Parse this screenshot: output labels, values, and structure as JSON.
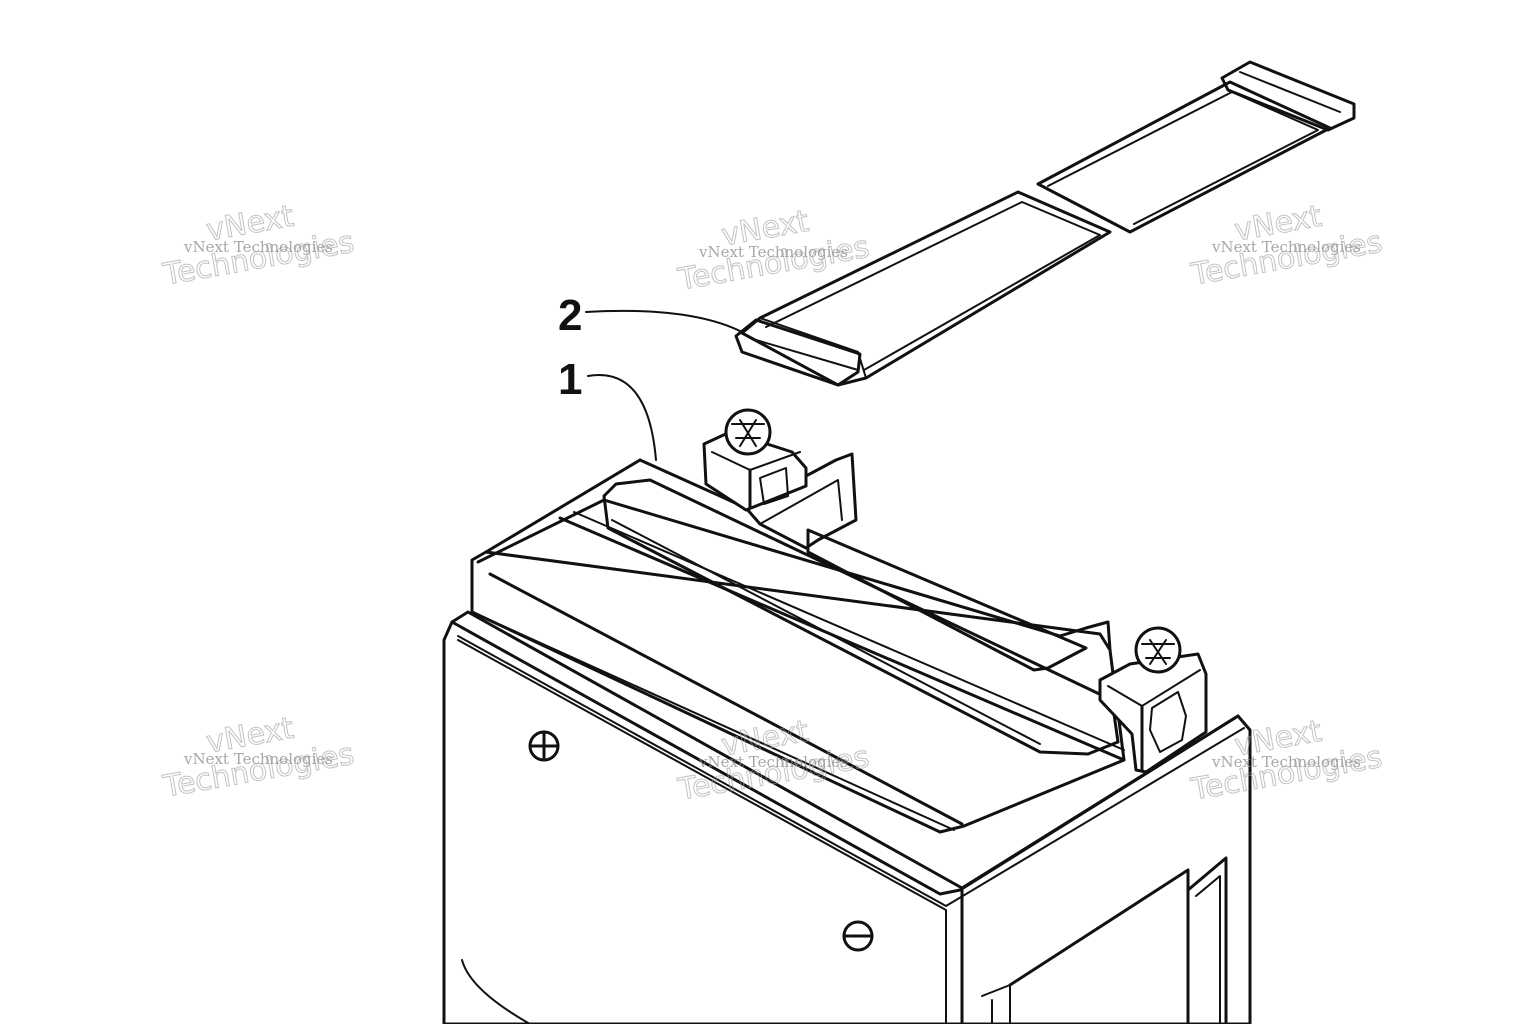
{
  "callouts": [
    {
      "label": "1"
    },
    {
      "label": "2"
    }
  ],
  "watermark": {
    "line_big_1": "vNext",
    "line_small": "vNext Technologies",
    "line_big_2": "Technologies"
  }
}
